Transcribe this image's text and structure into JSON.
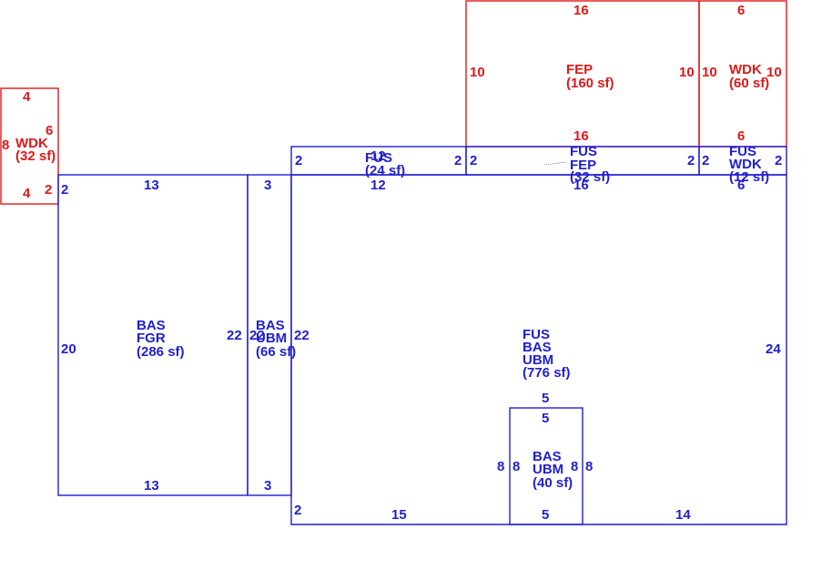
{
  "colors": {
    "primary_area": "#1f1fd0",
    "secondary_area": "#e01818"
  },
  "areas": {
    "wdk_left": {
      "code": "WDK",
      "size": "(32 sf)"
    },
    "fgr": {
      "code1": "BAS",
      "code2": "FGR",
      "size": "(286 sf)"
    },
    "ubm_strip": {
      "code1": "BAS",
      "code2": "UBM",
      "size": "(66 sf)"
    },
    "main": {
      "code1": "FUS",
      "code2": "BAS",
      "code3": "UBM",
      "size": "(776 sf)"
    },
    "ubm_small": {
      "code1": "BAS",
      "code2": "UBM",
      "size": "(40 sf)"
    },
    "fep": {
      "code": "FEP",
      "size": "(160 sf)"
    },
    "wdk_top": {
      "code": "WDK",
      "size": "(60 sf)"
    },
    "fus_strip": {
      "code": "FUS",
      "size": "(24 sf)"
    },
    "fus_fep": {
      "code1": "FUS",
      "code2": "FEP",
      "size": "(32 sf)"
    },
    "fus_wdk": {
      "code1": "FUS",
      "code2": "WDK",
      "size": "(12 sf)"
    }
  },
  "dimensions": {
    "wdk_left_top": "4",
    "wdk_left_left": "8",
    "wdk_left_right": "6",
    "wdk_left_bottom": "4",
    "wdk_left_right2": "2",
    "fgr_top": "13",
    "fgr_bottom": "13",
    "fgr_left": "20",
    "fgr_right": "22",
    "fgr_topleft": "2",
    "strip_top": "3",
    "strip_bottom": "3",
    "strip_left": "22",
    "strip_right": "22",
    "fus_strip_left": "2",
    "fus_strip_right": "2",
    "fus_strip_top": "12",
    "fus_strip_bottom": "12",
    "fep_top": "16",
    "fep_left": "10",
    "fep_right": "10",
    "fep_bottom": "16",
    "wdk_top_top": "6",
    "wdk_top_left": "10",
    "wdk_top_right": "10",
    "wdk_top_bottom": "6",
    "fus_fep_left": "2",
    "fus_fep_right": "2",
    "fus_fep_bottom": "16",
    "fus_wdk_left": "2",
    "fus_wdk_right": "2",
    "fus_wdk_bottom": "6",
    "main_right": "24",
    "main_left_bottom": "2",
    "main_bottom_left": "15",
    "main_bottom_right": "14",
    "ubm_top_out": "5",
    "ubm_top_in": "5",
    "ubm_left_out": "8",
    "ubm_left_in": "8",
    "ubm_right_in": "8",
    "ubm_right_out": "8",
    "ubm_bottom": "5"
  }
}
